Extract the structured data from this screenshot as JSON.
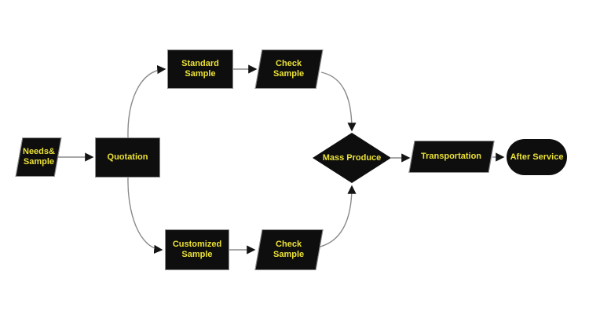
{
  "diagram": {
    "type": "flowchart",
    "nodes": {
      "needs_sample": {
        "shape": "parallelogram",
        "lines": [
          "Needs&",
          "Sample"
        ]
      },
      "quotation": {
        "shape": "rectangle",
        "lines": [
          "Quotation"
        ]
      },
      "standard_sample": {
        "shape": "rectangle",
        "lines": [
          "Standard",
          "Sample"
        ]
      },
      "check_sample_top": {
        "shape": "parallelogram",
        "lines": [
          "Check",
          "Sample"
        ]
      },
      "customized_sample": {
        "shape": "rectangle",
        "lines": [
          "Customized",
          "Sample"
        ]
      },
      "check_sample_bottom": {
        "shape": "parallelogram",
        "lines": [
          "Check",
          "Sample"
        ]
      },
      "mass_produce": {
        "shape": "diamond",
        "lines": [
          "Mass Produce"
        ]
      },
      "transportation": {
        "shape": "parallelogram",
        "lines": [
          "Transportation"
        ]
      },
      "after_service": {
        "shape": "stadium",
        "lines": [
          "After Service"
        ]
      }
    },
    "edges": [
      {
        "from": "needs_sample",
        "to": "quotation"
      },
      {
        "from": "quotation",
        "to": "standard_sample"
      },
      {
        "from": "quotation",
        "to": "customized_sample"
      },
      {
        "from": "standard_sample",
        "to": "check_sample_top"
      },
      {
        "from": "customized_sample",
        "to": "check_sample_bottom"
      },
      {
        "from": "check_sample_top",
        "to": "mass_produce"
      },
      {
        "from": "check_sample_bottom",
        "to": "mass_produce"
      },
      {
        "from": "mass_produce",
        "to": "transportation"
      },
      {
        "from": "transportation",
        "to": "after_service"
      }
    ],
    "colors": {
      "background": "#ffffff",
      "node_fill": "#0e0e0e",
      "node_border": "#8c8c8c",
      "label_text": "#ebe135",
      "connector_line": "#8a8a8a",
      "arrowhead": "#141414"
    }
  }
}
